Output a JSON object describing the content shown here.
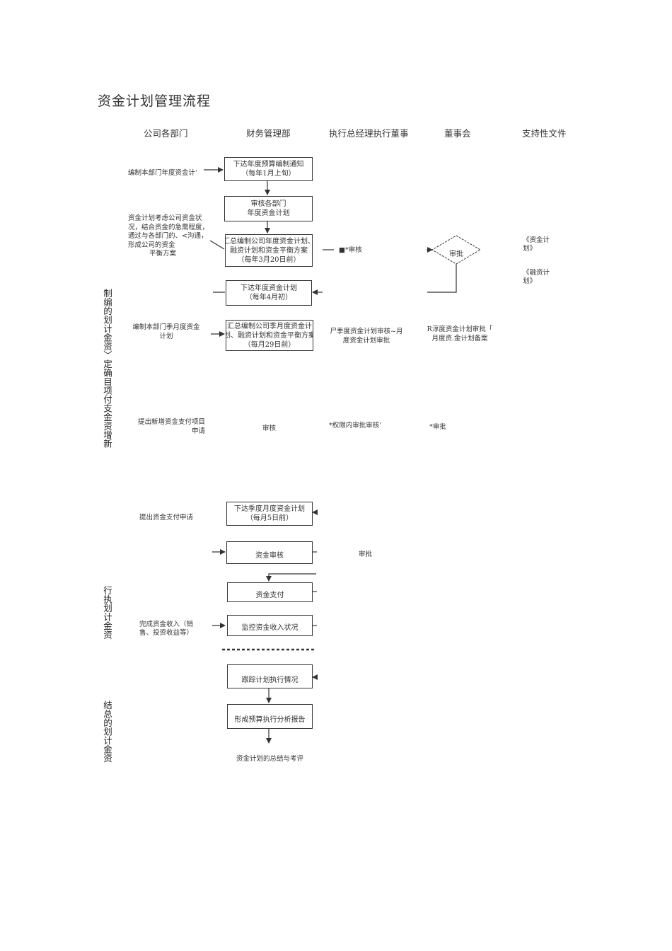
{
  "title": "资金计划管理流程",
  "columns": [
    "公司各部门",
    "财务管理部",
    "执行总经理执行董事",
    "董事会",
    "支持性文件"
  ],
  "phases": {
    "p1": "制编的划计金资〉定确目项付支金资增新",
    "p2": "行执划计金资",
    "p3": "结总的划计金资"
  },
  "boxes": {
    "b1": [
      "下达年度预算编制通知",
      "（每年1月上旬）"
    ],
    "b2": [
      "审核各部门",
      "年度资金计划"
    ],
    "b3": [
      "汇总编制公司年度资金计划、",
      "融资计划和资金平衡方案",
      "（每年3月20日前）"
    ],
    "b4": [
      "下达年度资金计划",
      "（每年4月初）"
    ],
    "b5": [
      "汇总编制公司季月度资金计",
      "划、融资计划和资金平衡方案",
      "（每月29日前）"
    ],
    "b6": [
      "下达季度月度资金计划",
      "（每月5日前）"
    ],
    "b7": [
      "资金审核"
    ],
    "b8": [
      "资金支付"
    ],
    "b9": [
      "监控资金收入状况"
    ],
    "b10": [
      "跟踪计划执行情况"
    ],
    "b11": [
      "形成预算执行分析报告"
    ]
  },
  "diamond": "审批",
  "notes": {
    "n1": "编制本部门年度资金计'",
    "n2": [
      "资金计划考虑公司资金状",
      "况，结合资金的急需程度，",
      "通过与各部门的、<沟通，",
      "形成公司的资金",
      "平衡方案"
    ],
    "n3": "■*审核",
    "n4": [
      "《资金计",
      "划》"
    ],
    "n5": [
      "《融资计",
      "划》"
    ],
    "n6": [
      "编制本部门季月度资金",
      "计划"
    ],
    "n7": [
      "尸季度资金计划审核~月",
      "度资金计划审批"
    ],
    "n8": [
      "R淳度资金计划审批「",
      "月度资.金计划备案"
    ],
    "n9": [
      "提出新增资金支付项目",
      "申请"
    ],
    "n10": "审核",
    "n11": "*权限内审批审核'",
    "n12": "*审批",
    "n13": "提出资金支付申请",
    "n14": "审批",
    "n15": [
      "完成资金收入（销",
      "售、投资收益等）"
    ],
    "n16": "资金计划的总结与考评"
  },
  "colors": {
    "line": "#333333",
    "text": "#333333"
  }
}
